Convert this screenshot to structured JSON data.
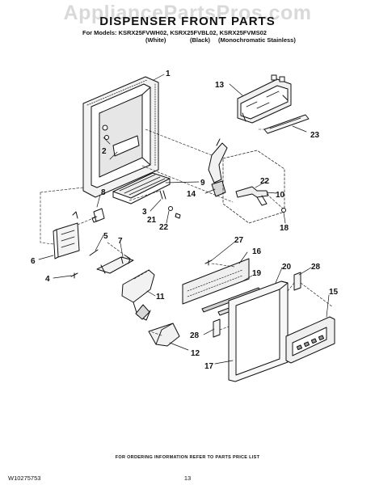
{
  "watermark": "AppliancePartsPros.com",
  "header": {
    "title": "DISPENSER FRONT PARTS",
    "models_line": "For Models: KSRX25FVWH02, KSRX25FVBL02, KSRX25FVMS02",
    "color_white": "(White)",
    "color_black": "(Black)",
    "color_stainless": "(Monochromatic Stainless)"
  },
  "callouts": {
    "c1": "1",
    "c2": "2",
    "c3": "3",
    "c4": "4",
    "c5": "5",
    "c6": "6",
    "c7": "7",
    "c8": "8",
    "c9": "9",
    "c10": "10",
    "c11": "11",
    "c12": "12",
    "c13": "13",
    "c14": "14",
    "c15": "15",
    "c16": "16",
    "c17": "17",
    "c18": "18",
    "c19": "19",
    "c20": "20",
    "c21": "21",
    "c22a": "22",
    "c22b": "22",
    "c23": "23",
    "c27": "27",
    "c28a": "28",
    "c28b": "28"
  },
  "footer": {
    "ordering_note": "FOR ORDERING INFORMATION REFER TO PARTS PRICE LIST",
    "doc_number": "W10275753",
    "page_number": "13"
  }
}
